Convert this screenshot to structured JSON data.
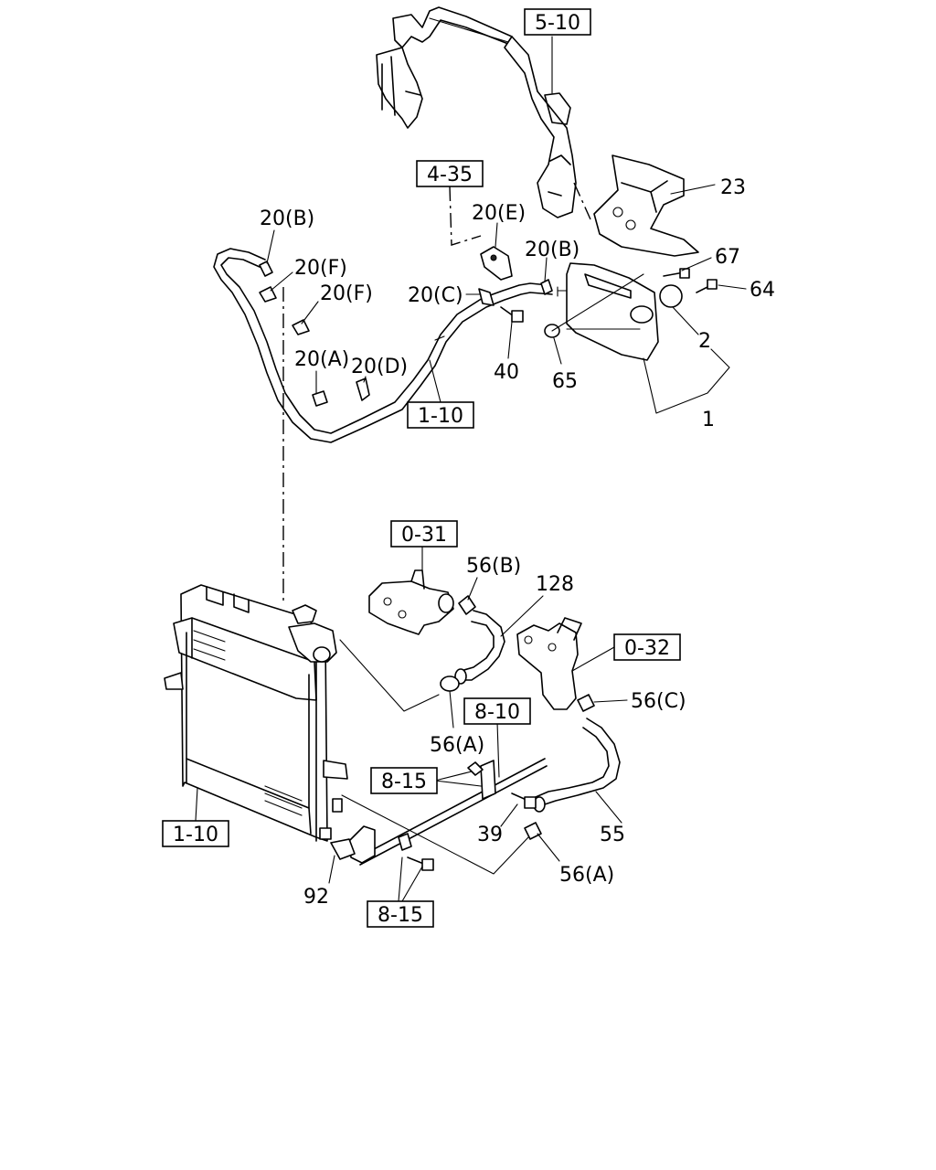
{
  "refs": {
    "r5_10": "5-10",
    "r4_35": "4-35",
    "r1_10_upper": "1-10",
    "r0_31": "0-31",
    "r0_32": "0-32",
    "r8_10": "8-10",
    "r8_15_a": "8-15",
    "r1_10_lower": "1-10",
    "r8_15_b": "8-15"
  },
  "labels": {
    "p23": "23",
    "p20b_left": "20(B)",
    "p20e": "20(E)",
    "p20b_right": "20(B)",
    "p67": "67",
    "p20f_a": "20(F)",
    "p20f_b": "20(F)",
    "p20c": "20(C)",
    "p64": "64",
    "p20d": "20(D)",
    "p20a": "20(A)",
    "p2": "2",
    "p40": "40",
    "p65": "65",
    "p1": "1",
    "p56b": "56(B)",
    "p128": "128",
    "p56c": "56(C)",
    "p56a_mid": "56(A)",
    "p39": "39",
    "p55": "55",
    "p56a_low": "56(A)",
    "p92": "92"
  }
}
